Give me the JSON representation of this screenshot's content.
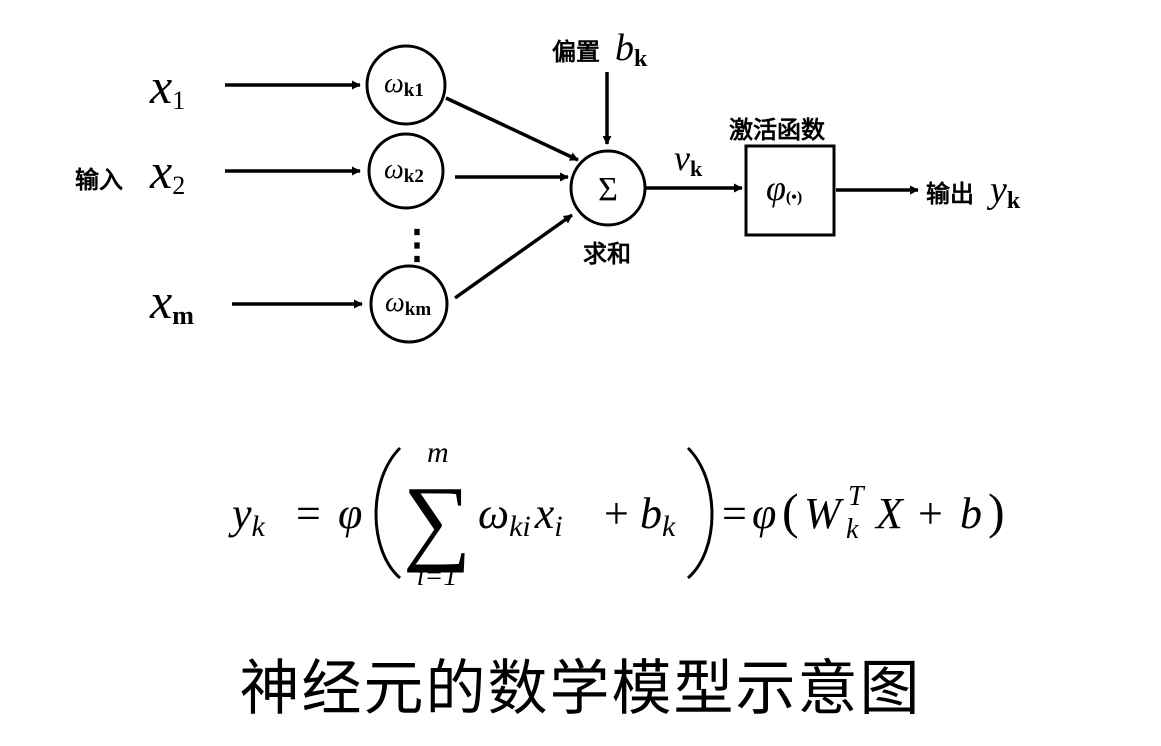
{
  "diagram": {
    "inputs": [
      {
        "var": "x",
        "sub": "1"
      },
      {
        "var": "x",
        "sub": "2"
      },
      {
        "var": "x",
        "sub": "m"
      }
    ],
    "input_label": "输入",
    "weights": [
      {
        "sym": "ω",
        "sub": "k1"
      },
      {
        "sym": "ω",
        "sub": "k2"
      },
      {
        "sym": "ω",
        "sub": "km"
      }
    ],
    "ellipsis": "⋮",
    "bias_label": "偏置",
    "bias": {
      "var": "b",
      "sub": "k"
    },
    "sum_symbol": "Σ",
    "sum_label": "求和",
    "v": {
      "var": "v",
      "sub": "k"
    },
    "activation_label": "激活函数",
    "activation": {
      "sym": "φ",
      "arg": "(•)"
    },
    "output_label": "输出",
    "output": {
      "var": "y",
      "sub": "k"
    }
  },
  "formula": {
    "lhs_var": "y",
    "lhs_sub": "k",
    "eq": "=",
    "phi": "φ",
    "lparen": "(",
    "sum": "∑",
    "sum_upper": "m",
    "sum_lower": "i=1",
    "omega": "ω",
    "omega_sub": "ki",
    "x_var": "x",
    "x_sub": "i",
    "plus": "+",
    "b_var": "b",
    "b_sub": "k",
    "rparen": ")",
    "eq2": "=",
    "phi2": "φ",
    "paren2_open": "(",
    "W_var": "W",
    "W_sub": "k",
    "W_sup": "T",
    "X_var": "X",
    "plus2": "+",
    "b2": "b",
    "paren2_close": ")"
  },
  "caption": "神经元的数学模型示意图"
}
